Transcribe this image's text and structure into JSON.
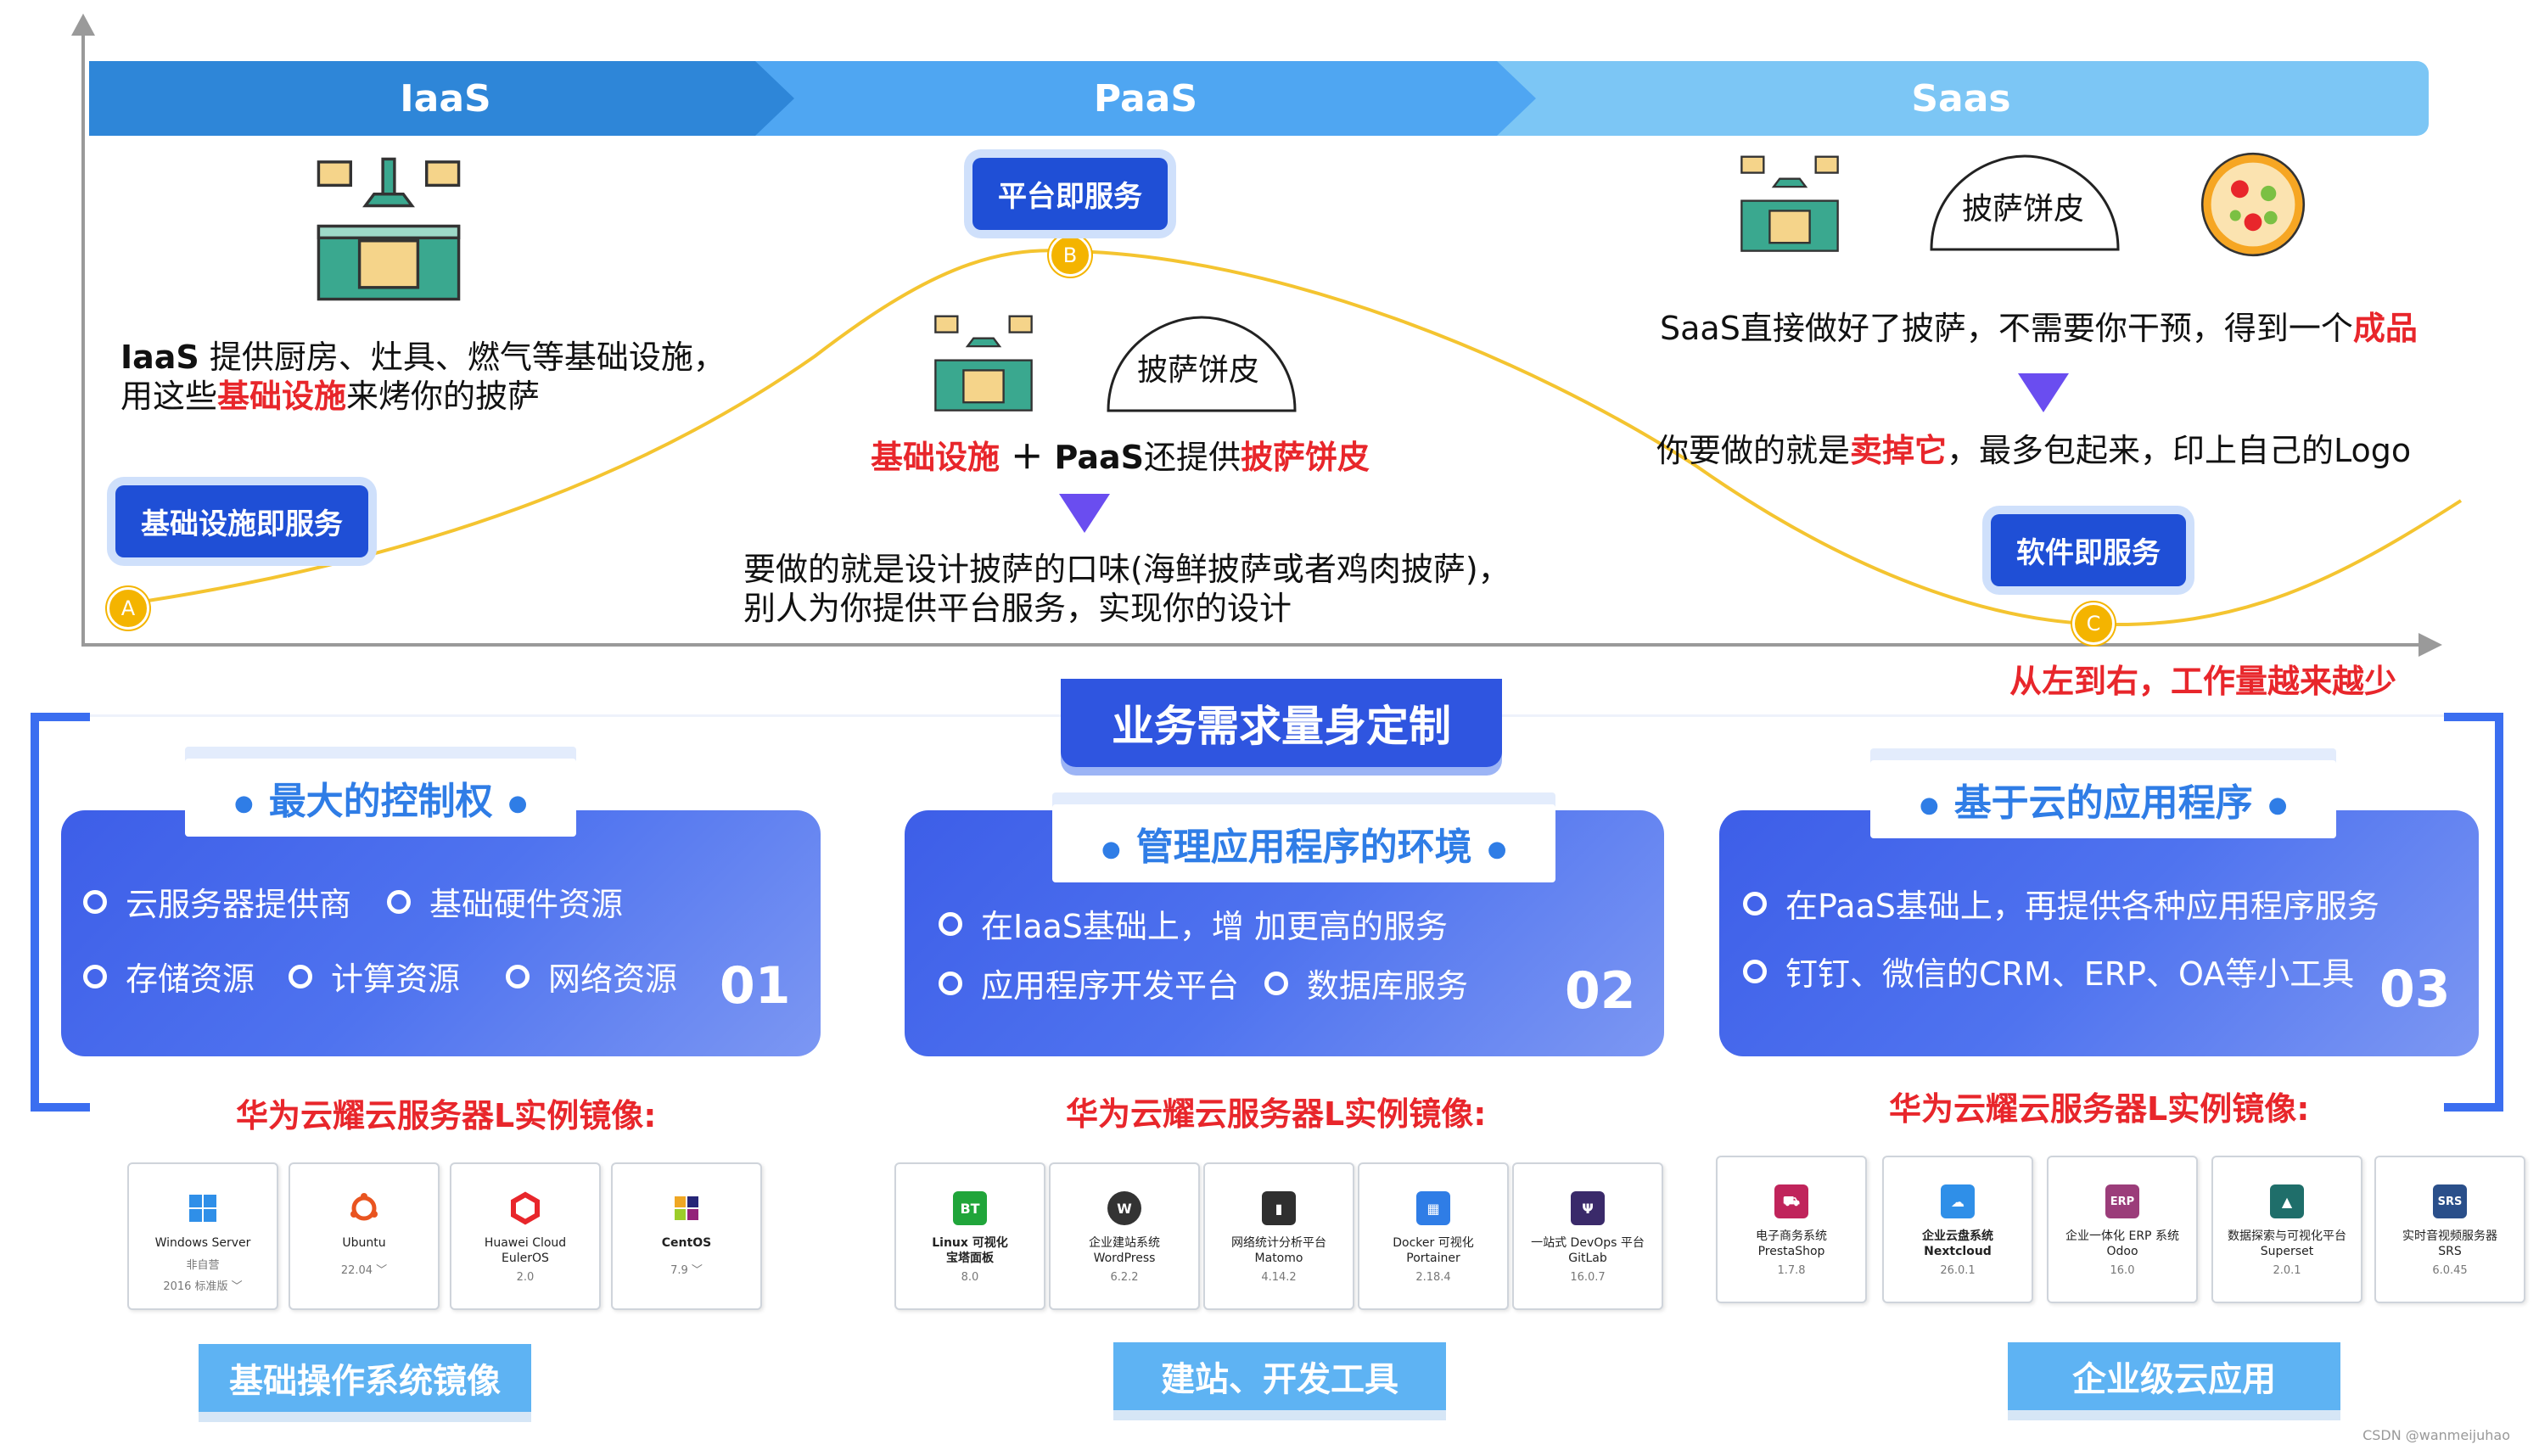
{
  "banner": {
    "iaas": "IaaS",
    "paas": "PaaS",
    "saas": "Saas"
  },
  "points": {
    "a": "A",
    "b": "B",
    "c": "C"
  },
  "badges": {
    "iaas": "基础设施即服务",
    "paas": "平台即服务",
    "saas": "软件即服务"
  },
  "iaas_text": {
    "l1_a": "IaaS",
    "l1_b": " 提供厨房、灶具、燃气等基础设施，",
    "l2_a": "用这些",
    "l2_b": "基础设施",
    "l2_c": "来烤你的披萨"
  },
  "paas_text": {
    "pizza_label": "披萨饼皮",
    "l1_a": "基础设施",
    "l1_b": " ＋ ",
    "l1_c": "PaaS",
    "l1_d": "还提供",
    "l1_e": "披萨饼皮",
    "l2": "要做的就是设计披萨的口味(海鲜披萨或者鸡肉披萨)，",
    "l3": "别人为你提供平台服务，实现你的设计"
  },
  "saas_text": {
    "pizza_label": "披萨饼皮",
    "l1_a": "SaaS直接做好了披萨，不需要你干预，得到一个",
    "l1_b": "成品",
    "l2_a": "你要做的就是",
    "l2_b": "卖掉它",
    "l2_c": "，最多包起来，印上自己的Logo"
  },
  "tagline": "从左到右，工作量越来越少",
  "center_title": "业务需求量身定制",
  "cards": [
    {
      "title": "最大的控制权",
      "number": "01",
      "row1": [
        "云服务器提供商",
        "基础硬件资源"
      ],
      "row2": [
        "存储资源",
        "计算资源",
        "网络资源"
      ]
    },
    {
      "title": "管理应用程序的环境",
      "number": "02",
      "row1": [
        "在IaaS基础上，增 加更高的服务"
      ],
      "row2": [
        "应用程序开发平台",
        "数据库服务"
      ]
    },
    {
      "title": "基于云的应用程序",
      "number": "03",
      "row1": [
        "在PaaS基础上，再提供各种应用程序服务"
      ],
      "row2": [
        "钉钉、微信的CRM、ERP、OA等小工具"
      ]
    }
  ],
  "huawei_label": "华为云耀云服务器L实例镜像:",
  "tiles_os": [
    {
      "name": "Windows Server",
      "sub": "非自营",
      "ver": "2016 标准版",
      "icon": "windows-icon",
      "color": "#2f8fe8"
    },
    {
      "name": "Ubuntu",
      "sub": "",
      "ver": "22.04",
      "icon": "ubuntu-icon",
      "color": "#e95420"
    },
    {
      "name": "Huawei Cloud",
      "sub": "EulerOS",
      "ver": "2.0",
      "icon": "euleros-icon",
      "color": "#e8262b"
    },
    {
      "name": "CentOS",
      "sub": "",
      "ver": "7.9",
      "icon": "centos-icon",
      "color": "#8e3fa7"
    }
  ],
  "tiles_dev": [
    {
      "name": "Linux 可视化",
      "sub": "宝塔面板",
      "ver": "8.0",
      "icon": "bt-icon",
      "color": "#20a53a",
      "glyph": "BT"
    },
    {
      "name": "企业建站系统",
      "sub": "WordPress",
      "ver": "6.2.2",
      "icon": "wordpress-icon",
      "color": "#333333",
      "glyph": "W"
    },
    {
      "name": "网络统计分析平台",
      "sub": "Matomo",
      "ver": "4.14.2",
      "icon": "matomo-icon",
      "color": "#2f2f2f",
      "glyph": "▮"
    },
    {
      "name": "Docker 可视化",
      "sub": "Portainer",
      "ver": "2.18.4",
      "icon": "portainer-icon",
      "color": "#2f7de6",
      "glyph": "▦"
    },
    {
      "name": "一站式 DevOps 平台",
      "sub": "GitLab",
      "ver": "16.0.7",
      "icon": "gitlab-icon",
      "color": "#3a2a6a",
      "glyph": "Ψ"
    }
  ],
  "tiles_app": [
    {
      "name": "电子商务系统",
      "sub": "PrestaShop",
      "ver": "1.7.8",
      "icon": "prestashop-icon",
      "color": "#c0245b",
      "glyph": "🛒"
    },
    {
      "name": "企业云盘系统",
      "sub": "Nextcloud",
      "ver": "26.0.1",
      "icon": "nextcloud-icon",
      "color": "#2f8fe8",
      "glyph": "☁"
    },
    {
      "name": "企业一体化 ERP 系统",
      "sub": "Odoo",
      "ver": "16.0",
      "icon": "odoo-icon",
      "color": "#9b3d7a",
      "glyph": "ERP"
    },
    {
      "name": "数据探索与可视化平台",
      "sub": "Superset",
      "ver": "2.0.1",
      "icon": "superset-icon",
      "color": "#1f6e6a",
      "glyph": "▲"
    },
    {
      "name": "实时音视频服务器",
      "sub": "SRS",
      "ver": "6.0.45",
      "icon": "srs-icon",
      "color": "#2a4f8a",
      "glyph": "SRS"
    }
  ],
  "footer": {
    "os": "基础操作系统镜像",
    "dev": "建站、开发工具",
    "app": "企业级云应用"
  },
  "credit": "CSDN @wanmeijuhao"
}
